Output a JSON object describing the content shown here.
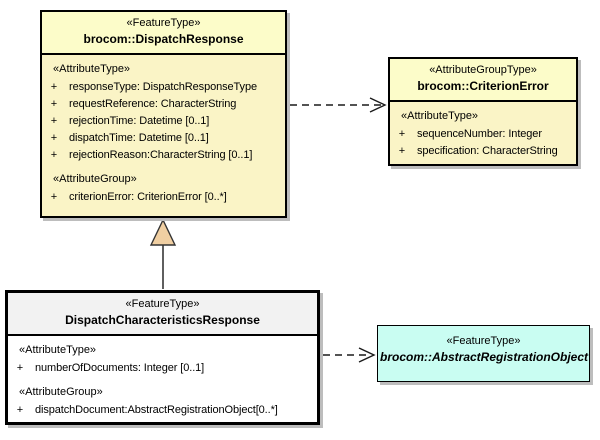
{
  "diagram_type": "uml-class-diagram",
  "colors": {
    "yellow_header": "#FCFCC9",
    "yellow_body": "#FAF4C6",
    "gray_header": "#F2F2F2",
    "white_body": "#FFFFFF",
    "cyan_fill": "#C9FDF2",
    "generalization_triangle_fill": "#F0CFA2",
    "border": "#000000",
    "shadow": "#BDBDBD"
  },
  "classes": [
    {
      "id": "DispatchResponse",
      "stereotype": "«FeatureType»",
      "name": "brocom::DispatchResponse",
      "sections": [
        {
          "heading": "«AttributeType»",
          "attrs": [
            {
              "vis": "+",
              "text": "responseType: DispatchResponseType"
            },
            {
              "vis": "+",
              "text": "requestReference: CharacterString"
            },
            {
              "vis": "+",
              "text": "rejectionTime: Datetime [0..1]"
            },
            {
              "vis": "+",
              "text": "dispatchTime: Datetime [0..1]"
            },
            {
              "vis": "+",
              "text": "rejectionReason:CharacterString [0..1]"
            }
          ]
        },
        {
          "heading": "«AttributeGroup»",
          "attrs": [
            {
              "vis": "+",
              "text": "criterionError: CriterionError [0..*]"
            }
          ]
        }
      ]
    },
    {
      "id": "CriterionError",
      "stereotype": "«AttributeGroupType»",
      "name": "brocom::CriterionError",
      "sections": [
        {
          "heading": "«AttributeType»",
          "attrs": [
            {
              "vis": "+",
              "text": "sequenceNumber: Integer"
            },
            {
              "vis": "+",
              "text": "specification: CharacterString"
            }
          ]
        }
      ]
    },
    {
      "id": "DispatchCharacteristicsResponse",
      "stereotype": "«FeatureType»",
      "name": "DispatchCharacteristicsResponse",
      "sections": [
        {
          "heading": "«AttributeType»",
          "attrs": [
            {
              "vis": "+",
              "text": "numberOfDocuments: Integer [0..1]"
            }
          ]
        },
        {
          "heading": "«AttributeGroup»",
          "attrs": [
            {
              "vis": "+",
              "text": "dispatchDocument:AbstractRegistrationObject[0..*]"
            }
          ]
        }
      ]
    },
    {
      "id": "AbstractRegistrationObject",
      "stereotype": "«FeatureType»",
      "name": "brocom::AbstractRegistrationObject",
      "abstract": true,
      "sections": []
    }
  ],
  "relations": [
    {
      "type": "dependency",
      "style": "dashed-open-arrow",
      "from": "DispatchResponse",
      "to": "CriterionError"
    },
    {
      "type": "generalization",
      "style": "solid-triangle",
      "from": "DispatchCharacteristicsResponse",
      "to": "DispatchResponse"
    },
    {
      "type": "dependency",
      "style": "dashed-open-arrow",
      "from": "DispatchCharacteristicsResponse",
      "to": "AbstractRegistrationObject"
    }
  ]
}
